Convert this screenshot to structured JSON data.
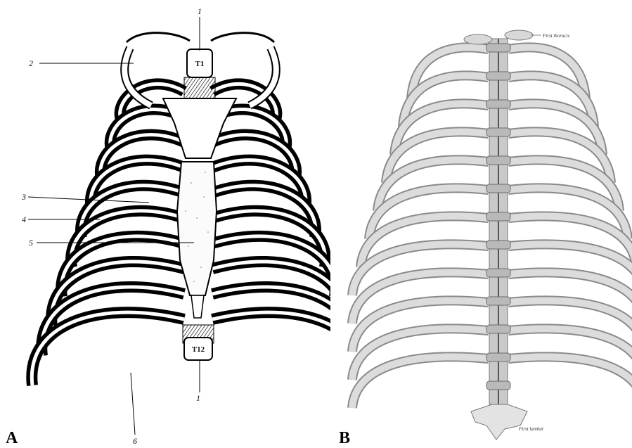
{
  "panel_a": {
    "letter": "A",
    "vertebra_top": "T1",
    "vertebra_bottom": "T12",
    "callouts": [
      "1",
      "2",
      "3",
      "4",
      "5",
      "1",
      "6"
    ]
  },
  "panel_b": {
    "letter": "B",
    "top_annotation": "First thoracic",
    "bottom_annotation": "First lumbar"
  }
}
